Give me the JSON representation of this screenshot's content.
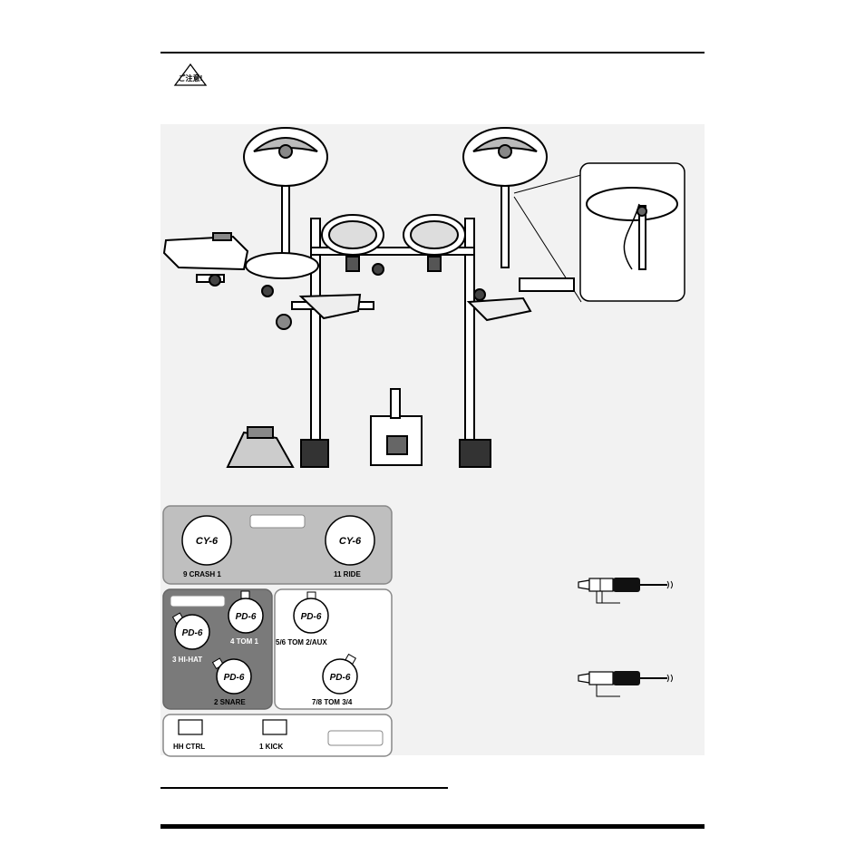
{
  "header": {
    "caution_mark": "ご注意!"
  },
  "panel": {
    "cymbals": [
      {
        "pad": "CY-6",
        "label": "9  CRASH 1"
      },
      {
        "pad": "CY-6",
        "label": "11  RIDE"
      }
    ],
    "pads_left": [
      {
        "pad": "PD-6",
        "label": "4  TOM 1"
      },
      {
        "pad": "PD-6",
        "label": "3  HI-HAT"
      },
      {
        "pad": "PD-6",
        "label": "2  SNARE"
      }
    ],
    "pads_right": [
      {
        "pad": "PD-6",
        "label": "5/6  TOM 2/AUX"
      },
      {
        "pad": "PD-6",
        "label": "7/8  TOM 3/4"
      }
    ],
    "bottom": [
      {
        "label": "HH CTRL"
      },
      {
        "label": "1  KICK"
      }
    ]
  }
}
